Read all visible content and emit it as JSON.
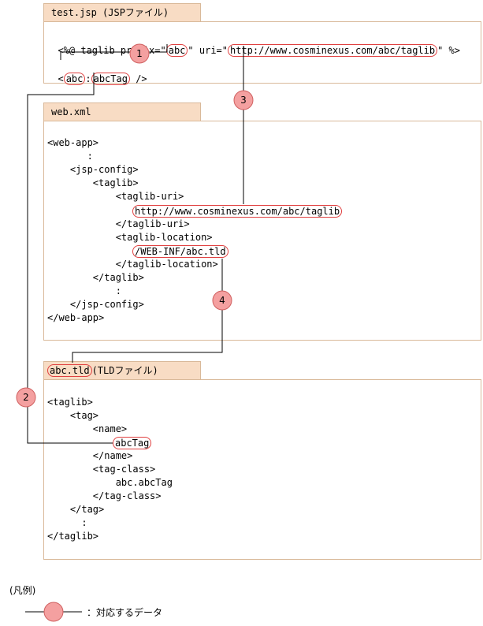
{
  "jsp": {
    "tab": "test.jsp (JSPファイル)",
    "line1_pre": "<%@ taglib prefix=\"",
    "prefix": "abc",
    "line1_mid": "\" uri=\"",
    "uri": "http://www.cosminexus.com/abc/taglib",
    "line1_post": "\" %>",
    "line2_pre": "<",
    "tag_prefix": "abc",
    "colon": ":",
    "tag_name": "abcTag",
    "line2_post": " />"
  },
  "webxml": {
    "tab": "web.xml",
    "lines": [
      "<web-app>",
      "       :",
      "    <jsp-config>",
      "        <taglib>",
      "            <taglib-uri>",
      "",
      "            </taglib-uri>",
      "            <taglib-location>",
      "",
      "            </taglib-location>",
      "        </taglib>",
      "            :",
      "    </jsp-config>",
      "</web-app>"
    ],
    "uri": "http://www.cosminexus.com/abc/taglib",
    "location": "/WEB-INF/abc.tld"
  },
  "tld": {
    "tab_file": "abc.tld",
    "tab_rest": "(TLDファイル)",
    "lines": [
      "<taglib>",
      "    <tag>",
      "        <name>",
      "",
      "        </name>",
      "        <tag-class>",
      "            abc.abcTag",
      "        </tag-class>",
      "    </tag>",
      "      :",
      "</taglib>"
    ],
    "name": "abcTag"
  },
  "markers": [
    "1",
    "2",
    "3",
    "4"
  ],
  "legend": {
    "title": "(凡例)",
    "text": "：対応するデータ"
  },
  "colors": {
    "tab_bg": "#f8dcc4",
    "border": "#d9b99a",
    "highlight": "#e04040",
    "marker_fill": "#f4a0a0"
  }
}
